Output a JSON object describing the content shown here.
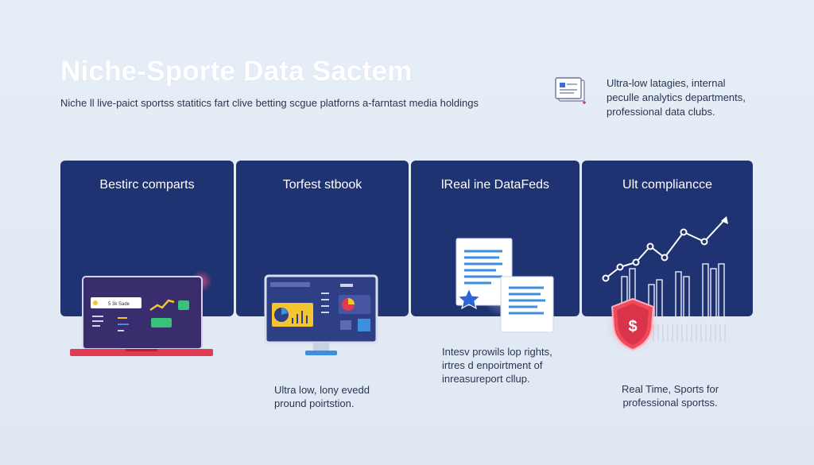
{
  "header": {
    "title": "Niche-Sporte Data Sactem",
    "subtitle": "Niche ll live-paict sportss statitics fart clive betting scgue platforns a-farntast media holdings"
  },
  "top_note": {
    "icon": "document-icon",
    "lines": [
      "Ultra-low latagies, internal",
      "peculle analytics departments,",
      "professional data clubs."
    ]
  },
  "cards": [
    {
      "title": "Bestirc comparts",
      "icon": "laptop-dashboard-icon",
      "screen_text": "5 3k Sade"
    },
    {
      "title": "Torfest stbook",
      "icon": "desktop-monitor-icon",
      "desc": [
        "Ultra low, lony evedd",
        "pround poirtstion."
      ]
    },
    {
      "title": "lReal ine DataFeds",
      "icon": "documents-star-icon",
      "desc": [
        "Intesv prowils lop rights,",
        "irtres d enpoirtment of",
        "inreasureport cllup."
      ]
    },
    {
      "title": "Ult compliancce",
      "icon": "chart-shield-icon",
      "shield_symbol": "$",
      "desc": [
        "Real Time, Sports for",
        "professional sportss."
      ]
    }
  ],
  "colors": {
    "card": "#1f3272",
    "accent_red": "#e23a52",
    "accent_blue": "#3d8fe0",
    "accent_green": "#39c07a",
    "accent_yellow": "#f3c531"
  }
}
